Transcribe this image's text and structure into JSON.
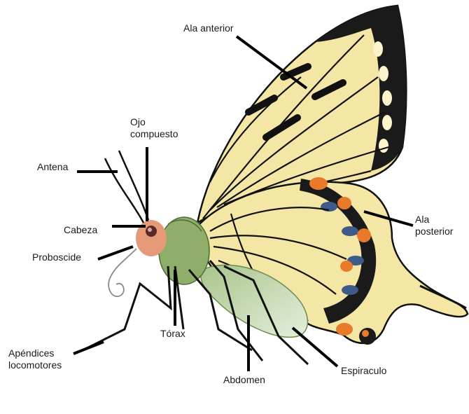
{
  "diagram": {
    "labels": {
      "ala_anterior": "Ala anterior",
      "ojo_compuesto": [
        "Ojo",
        "compuesto"
      ],
      "antena": "Antena",
      "cabeza": "Cabeza",
      "proboscide": "Proboscide",
      "ala_posterior": [
        "Ala",
        "posterior"
      ],
      "torax": "Tórax",
      "apendices_locomotores": [
        "Apéndices",
        "locomotores"
      ],
      "abdomen": "Abdomen",
      "espiraculo": "Espiraculo"
    },
    "colors": {
      "wing_base": "#f4e7a6",
      "wing_light": "#fbf3cc",
      "vein_black": "#111111",
      "eyespot_orange": "#e87a2a",
      "eyespot_blue": "#3e5a88",
      "body_green": "#8fae6a",
      "abdomen_light": "#cfe2c2",
      "head_pink": "#e59a78",
      "leader_line": "#000000"
    }
  }
}
